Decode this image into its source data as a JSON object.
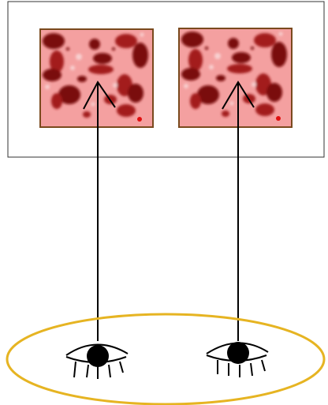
{
  "diagram": {
    "colors": {
      "background": "#ffffff",
      "frame_stroke": "#333333",
      "panel_fill": "#f4a0a0",
      "panel_border": "#7a4a1e",
      "blob_dark": "#7a0a0a",
      "blob_mid": "#a31a1a",
      "speck_light": "#f8d0d0",
      "speck_red": "#e01010",
      "sight_line": "#000000",
      "ellipse_stroke": "#e6b422",
      "eye_stroke": "#000000"
    },
    "panels": [
      {
        "name": "left-panel"
      },
      {
        "name": "right-panel"
      }
    ],
    "eyes": [
      {
        "name": "left-eye"
      },
      {
        "name": "right-eye"
      }
    ]
  }
}
